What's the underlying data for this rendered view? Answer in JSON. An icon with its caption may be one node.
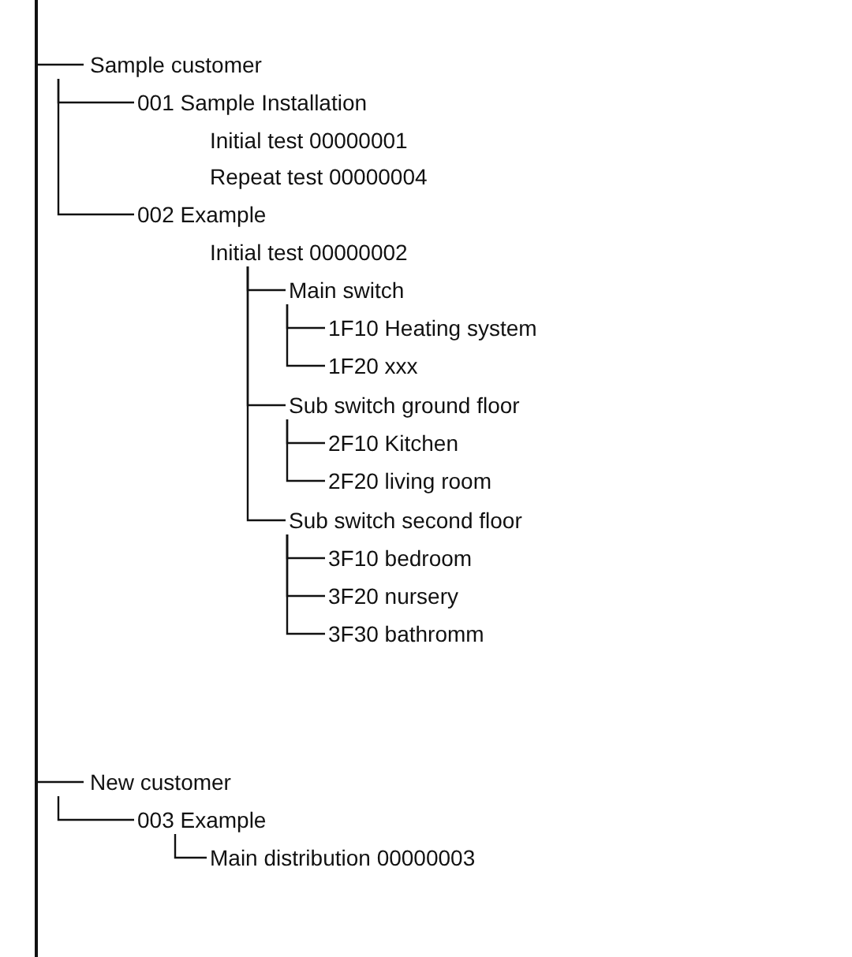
{
  "diagram": {
    "nodes": [
      {
        "text": [],
        "shape": "bar"
      },
      {
        "text": [
          "Sample customer"
        ]
      },
      {
        "text": [
          "001 Sample Installation"
        ]
      },
      {
        "text": [
          "Initial test 00000001"
        ]
      },
      {
        "text": [
          "Repeat test 00000004"
        ]
      },
      {
        "text": [
          "002 Example"
        ]
      },
      {
        "text": [
          "Initial test 00000002"
        ]
      },
      {
        "text": [
          "Main switch"
        ]
      },
      {
        "text": [
          "1F10 Heating system"
        ]
      },
      {
        "text": [
          "1F20 xxx"
        ]
      },
      {
        "text": [
          "Sub switch ground floor"
        ]
      },
      {
        "text": [
          "2F10 Kitchen"
        ]
      },
      {
        "text": [
          "2F20 living room"
        ]
      },
      {
        "text": [
          "Sub switch second floor"
        ]
      },
      {
        "text": [
          "3F10 bedroom"
        ]
      },
      {
        "text": [
          "3F20 nursery"
        ]
      },
      {
        "text": [
          "3F30 bathromm"
        ]
      },
      {
        "text": [
          "New customer"
        ]
      },
      {
        "text": [
          "003 Example"
        ]
      },
      {
        "text": [
          "Main distribution 00000003"
        ]
      }
    ],
    "edges": [
      {
        "from": 0,
        "to": 1,
        "arrow": "none"
      },
      {
        "from": 1,
        "to": 2,
        "arrow": "none"
      },
      {
        "from": 1,
        "to": 5,
        "arrow": "none"
      },
      {
        "from": 6,
        "to": 7,
        "arrow": "none"
      },
      {
        "from": 6,
        "to": 10,
        "arrow": "none"
      },
      {
        "from": 6,
        "to": 13,
        "arrow": "none"
      },
      {
        "from": 7,
        "to": 8,
        "arrow": "none"
      },
      {
        "from": 7,
        "to": 9,
        "arrow": "none"
      },
      {
        "from": 10,
        "to": 11,
        "arrow": "none"
      },
      {
        "from": 10,
        "to": 12,
        "arrow": "none"
      },
      {
        "from": 13,
        "to": 14,
        "arrow": "none"
      },
      {
        "from": 13,
        "to": 15,
        "arrow": "none"
      },
      {
        "from": 13,
        "to": 16,
        "arrow": "none"
      },
      {
        "from": 0,
        "to": 17,
        "arrow": "none"
      },
      {
        "from": 17,
        "to": 18,
        "arrow": "none"
      },
      {
        "from": 18,
        "to": 19,
        "arrow": "none"
      }
    ]
  }
}
